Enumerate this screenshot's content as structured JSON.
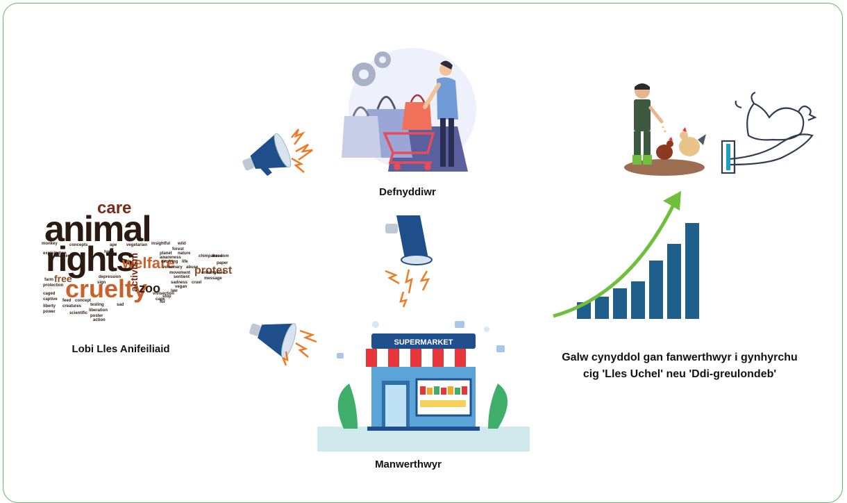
{
  "labels": {
    "consumer": "Defnyddiwr",
    "retailer": "Manwerthwyr",
    "lobby": "Lobi Lles Anifeiliaid",
    "demand_line1": "Galw cynyddol gan fanwerthwyr i gynhyrchu",
    "demand_line2": "cig 'Lles Uchel' neu 'Ddi-greulondeb'"
  },
  "store_sign": "SUPERMARKET",
  "word_cloud": {
    "large": [
      "animal",
      "rights",
      "cruelty",
      "care",
      "welfare",
      "protest",
      "free",
      "zoo",
      "activism"
    ],
    "small": [
      "monkey",
      "concepts",
      "ape",
      "vegetarian",
      "insightful",
      "wild",
      "forest",
      "planet",
      "awareness",
      "nature",
      "evolving",
      "life",
      "freedom",
      "veterinary",
      "abuse",
      "paper",
      "exploitation",
      "depression",
      "movement",
      "sentient",
      "message",
      "farm",
      "protection",
      "sign",
      "sadness",
      "vegan",
      "cruel",
      "law",
      "caged",
      "captive",
      "concept",
      "vivisection",
      "cage",
      "stop",
      "liberty",
      "power",
      "creatures",
      "testing",
      "sad",
      "scientific",
      "liberation",
      "poster",
      "action",
      "feed",
      "hope",
      "fur",
      "banner",
      "chimpanzee",
      "endangered"
    ]
  },
  "colors": {
    "border": "#5cb85c",
    "arrow_green": "#6fbe3c",
    "bar_blue": "#1f5f8b",
    "megaphone_blue": "#1e4f8a",
    "spark_orange": "#f07a22",
    "awning_red": "#e8343b"
  },
  "icons": [
    "megaphone-icon",
    "shopping-consumer-illustration",
    "supermarket-illustration",
    "farmer-chickens-illustration",
    "hen-in-hand-icon",
    "growth-bar-chart-icon"
  ]
}
